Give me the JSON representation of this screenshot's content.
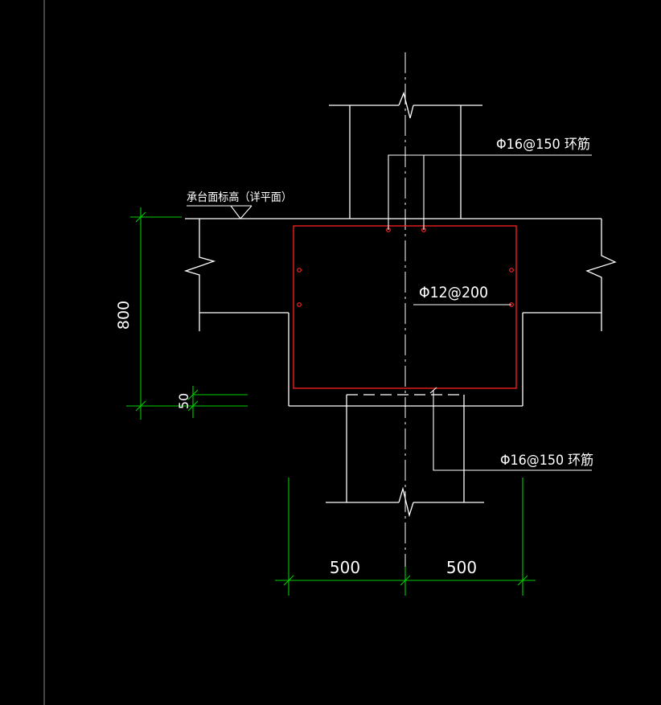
{
  "annotations": {
    "top_ring": "Φ16@150 环筋",
    "mid_rebar": "Φ12@200",
    "bottom_ring": "Φ16@150 环筋",
    "elevation": "承台面标高（详平面）"
  },
  "dimensions": {
    "height": "800",
    "cover": "50",
    "left_width": "500",
    "right_width": "500"
  },
  "colors": {
    "background": "#000000",
    "lines": "#ffffff",
    "rebar": "#ff2020",
    "dims": "#00cc00"
  }
}
